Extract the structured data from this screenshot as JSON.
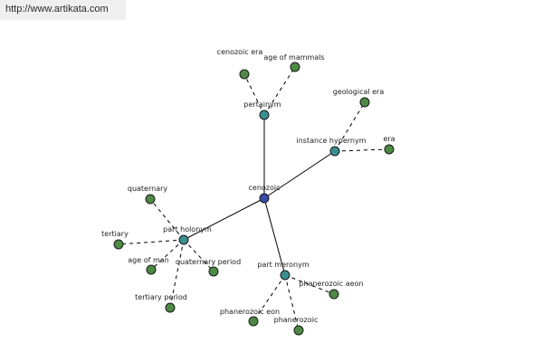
{
  "watermark": {
    "text": "http://www.artikata.com"
  },
  "colors": {
    "center": "#3a4aa6",
    "relation": "#3a8f8f",
    "leaf": "#4e8a45",
    "edge": "#000000"
  },
  "graph": {
    "nodes": [
      {
        "id": "cenozoic",
        "label": "cenozoic",
        "kind": "center"
      },
      {
        "id": "pertainym",
        "label": "pertainym",
        "kind": "relation"
      },
      {
        "id": "instance-hypernym",
        "label": "instance hypernym",
        "kind": "relation"
      },
      {
        "id": "part-holonym",
        "label": "part holonym",
        "kind": "relation"
      },
      {
        "id": "part-meronym",
        "label": "part meronym",
        "kind": "relation"
      },
      {
        "id": "cenozoic-era",
        "label": "cenozoic era",
        "kind": "leaf"
      },
      {
        "id": "age-of-mammals",
        "label": "age of mammals",
        "kind": "leaf"
      },
      {
        "id": "geological-era",
        "label": "geological era",
        "kind": "leaf"
      },
      {
        "id": "era",
        "label": "era",
        "kind": "leaf"
      },
      {
        "id": "quaternary",
        "label": "quaternary",
        "kind": "leaf"
      },
      {
        "id": "tertiary",
        "label": "tertiary",
        "kind": "leaf"
      },
      {
        "id": "age-of-man",
        "label": "age of man",
        "kind": "leaf"
      },
      {
        "id": "quaternary-period",
        "label": "quaternary period",
        "kind": "leaf"
      },
      {
        "id": "tertiary-period",
        "label": "tertiary period",
        "kind": "leaf"
      },
      {
        "id": "phanerozoic-aeon",
        "label": "phanerozoic aeon",
        "kind": "leaf"
      },
      {
        "id": "phanerozoic-eon",
        "label": "phanerozoic eon",
        "kind": "leaf"
      },
      {
        "id": "phanerozoic",
        "label": "phanerozoic",
        "kind": "leaf"
      }
    ],
    "edges": [
      {
        "from": "cenozoic",
        "to": "pertainym",
        "style": "solid"
      },
      {
        "from": "cenozoic",
        "to": "instance-hypernym",
        "style": "solid"
      },
      {
        "from": "cenozoic",
        "to": "part-holonym",
        "style": "solid"
      },
      {
        "from": "cenozoic",
        "to": "part-meronym",
        "style": "solid"
      },
      {
        "from": "pertainym",
        "to": "cenozoic-era",
        "style": "dashed"
      },
      {
        "from": "pertainym",
        "to": "age-of-mammals",
        "style": "dashed"
      },
      {
        "from": "instance-hypernym",
        "to": "geological-era",
        "style": "dashed"
      },
      {
        "from": "instance-hypernym",
        "to": "era",
        "style": "dashed"
      },
      {
        "from": "part-holonym",
        "to": "quaternary",
        "style": "dashed"
      },
      {
        "from": "part-holonym",
        "to": "tertiary",
        "style": "dashed"
      },
      {
        "from": "part-holonym",
        "to": "age-of-man",
        "style": "dashed"
      },
      {
        "from": "part-holonym",
        "to": "quaternary-period",
        "style": "dashed"
      },
      {
        "from": "part-holonym",
        "to": "tertiary-period",
        "style": "dashed"
      },
      {
        "from": "part-meronym",
        "to": "phanerozoic-aeon",
        "style": "dashed"
      },
      {
        "from": "part-meronym",
        "to": "phanerozoic-eon",
        "style": "dashed"
      },
      {
        "from": "part-meronym",
        "to": "phanerozoic",
        "style": "dashed"
      }
    ]
  }
}
